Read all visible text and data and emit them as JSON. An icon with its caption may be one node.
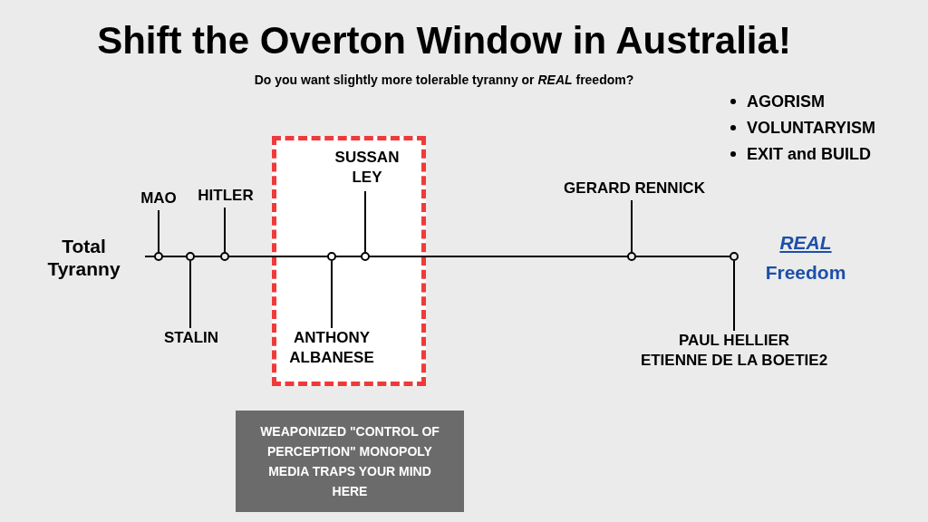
{
  "diagram": {
    "title": "Shift the Overton Window in Australia!",
    "nodes": [
      {
        "text": [],
        "shape": "box"
      },
      {
        "text": [
          "MAO"
        ]
      },
      {
        "text": [
          "STALIN"
        ]
      },
      {
        "text": [
          "HITLER"
        ]
      },
      {
        "text": [
          "SUSSAN LEY"
        ],
        "in": 0
      },
      {
        "text": [
          "ANTHONY ALBANESE"
        ],
        "in": 0
      },
      {
        "text": [
          "GERARD RENNICK"
        ]
      },
      {
        "text": [
          "PAUL HELLIER",
          "ETIENNE DE LA BOETIE2"
        ]
      },
      {
        "text": [
          "WEAPONIZED \"CONTROL OF PERCEPTION\" MONOPOLY MEDIA TRAPS YOUR MIND HERE"
        ]
      },
      {
        "text": [],
        "shape": "circle"
      },
      {
        "text": [],
        "shape": "circle"
      },
      {
        "text": [],
        "shape": "circle"
      },
      {
        "text": [],
        "shape": "circle",
        "in": 0
      },
      {
        "text": [],
        "shape": "circle",
        "in": 0
      },
      {
        "text": [],
        "shape": "circle"
      },
      {
        "text": [],
        "shape": "circle"
      }
    ],
    "edges": [
      {
        "from": 1,
        "to": 9,
        "arrow": "none"
      },
      {
        "from": 2,
        "to": 10,
        "arrow": "none"
      },
      {
        "from": 3,
        "to": 11,
        "arrow": "none"
      },
      {
        "from": 5,
        "to": 12,
        "arrow": "none"
      },
      {
        "from": 4,
        "to": 13,
        "arrow": "none"
      },
      {
        "from": 6,
        "to": 14,
        "arrow": "none"
      },
      {
        "from": 7,
        "to": 15,
        "arrow": "none"
      }
    ],
    "labels": [
      "Do you want slightly more tolerable tyranny or *REAL* freedom?",
      "AGORISM",
      "VOLUNTARYISM",
      "EXIT and BUILD",
      "Total Tyranny",
      "REAL",
      "Freedom"
    ]
  }
}
